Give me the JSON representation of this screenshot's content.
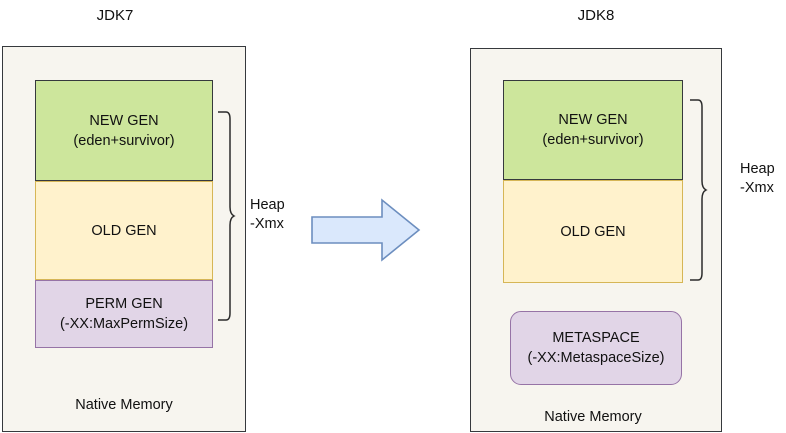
{
  "diagram": {
    "left_panel": {
      "title": "JDK7",
      "container_label": "Native Memory",
      "brace_label_line1": "Heap",
      "brace_label_line2": "-Xmx",
      "regions": [
        {
          "name": "new-gen",
          "line1": "NEW GEN",
          "line2": "(eden+survivor)",
          "color": "#cde69c",
          "border": "#36393d"
        },
        {
          "name": "old-gen",
          "line1": "OLD GEN",
          "line2": "",
          "color": "#fff2cc",
          "border": "#d6b656"
        },
        {
          "name": "perm-gen",
          "line1": "PERM GEN",
          "line2": "(-XX:MaxPermSize)",
          "color": "#e1d5e7",
          "border": "#9673a6"
        }
      ]
    },
    "right_panel": {
      "title": "JDK8",
      "container_label": "Native Memory",
      "brace_label_line1": "Heap",
      "brace_label_line2": "-Xmx",
      "regions": [
        {
          "name": "new-gen",
          "line1": "NEW GEN",
          "line2": "(eden+survivor)",
          "color": "#cde69c",
          "border": "#36393d"
        },
        {
          "name": "old-gen",
          "line1": "OLD GEN",
          "line2": "",
          "color": "#fff2cc",
          "border": "#d6b656"
        },
        {
          "name": "metaspace",
          "line1": "METASPACE",
          "line2": "(-XX:MetaspaceSize)",
          "color": "#e1d5e7",
          "border": "#9673a6"
        }
      ]
    },
    "transition_arrow": {
      "icon": "right-arrow-icon",
      "fill": "#dae8fc",
      "stroke": "#6c8ebf"
    },
    "panel_background": "#f7f5ef",
    "panel_border": "#36393d"
  }
}
